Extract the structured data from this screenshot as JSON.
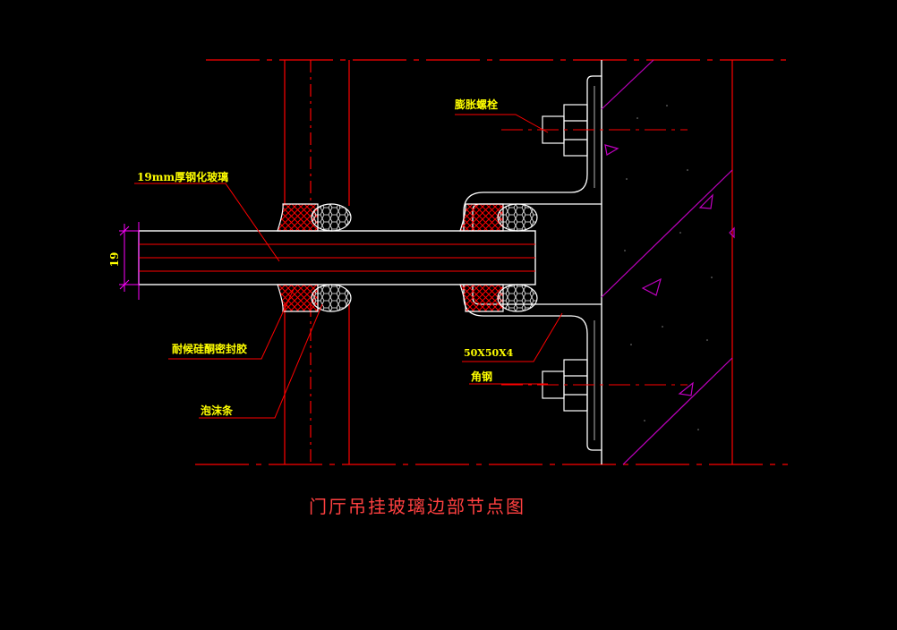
{
  "drawing": {
    "title": "门厅吊挂玻璃边部节点图",
    "labels": {
      "glass": "19mm厚钢化玻璃",
      "bolt": "膨胀螺栓",
      "sealant": "耐候硅酮密封胶",
      "foam": "泡沫条",
      "angle_size": "50X50X4",
      "angle": "角钢",
      "dimension": "19"
    },
    "colors": {
      "background": "#000000",
      "outline": "#ffffff",
      "centerline": "#ff0000",
      "leader": "#ff0000",
      "label_text": "#ffff00",
      "dimension": "#ff00ff",
      "hatch": "#ff0000",
      "title": "#ff4040"
    }
  }
}
